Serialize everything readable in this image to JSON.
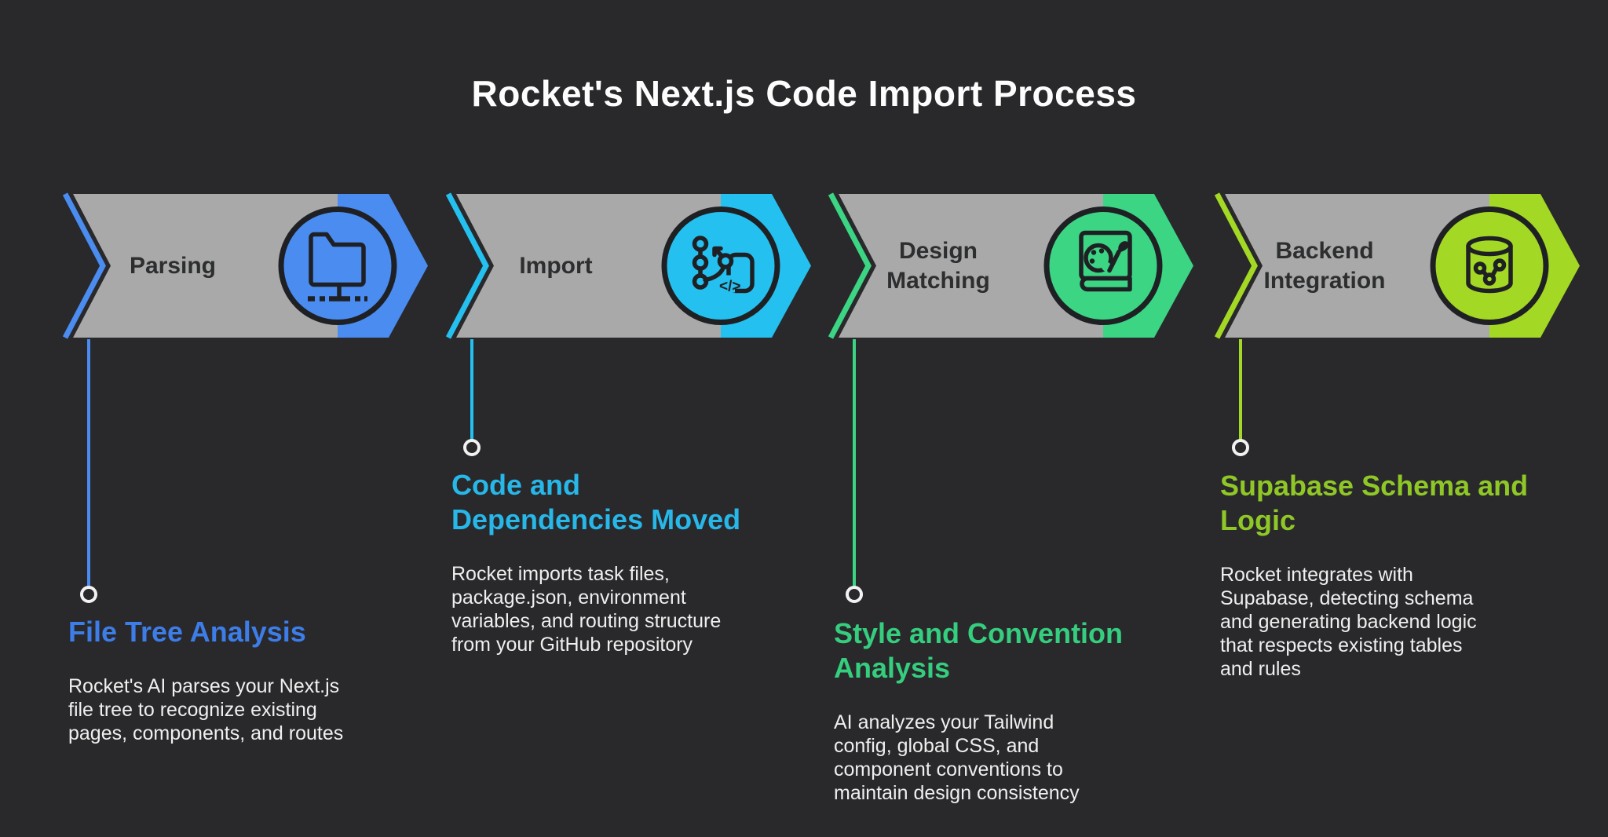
{
  "title": "Rocket's Next.js Code Import Process",
  "colors": {
    "background": "#29282b",
    "banner_gray": "#a9a9a9",
    "banner_label_text": "#2d2e30",
    "body_text": "#f0efef",
    "marker_ring": "#f2f2f2",
    "icon_stroke": "#1f2024"
  },
  "stages": [
    {
      "label": "Parsing",
      "icon": "folder-network-icon",
      "accent": "#4a8cf0",
      "heading_color": "#3d7de8",
      "heading": "File Tree Analysis",
      "body": "Rocket's AI parses your Next.js\nfile tree to recognize existing\npages, components, and routes"
    },
    {
      "label": "Import",
      "icon": "git-code-icon",
      "accent": "#24c0ef",
      "heading_color": "#27b7e8",
      "heading": "Code and\nDependencies Moved",
      "body": "Rocket imports task files,\npackage.json, environment\nvariables, and routing structure\nfrom your GitHub repository"
    },
    {
      "label": "Design\nMatching",
      "icon": "style-guide-book-icon",
      "accent": "#3bd584",
      "heading_color": "#35cd7e",
      "heading": "Style and Convention\nAnalysis",
      "body": "AI analyzes your Tailwind\nconfig, global CSS, and\ncomponent conventions to\nmaintain design consistency"
    },
    {
      "label": "Backend\nIntegration",
      "icon": "database-share-icon",
      "accent": "#a3d824",
      "heading_color": "#8fc727",
      "heading": "Supabase Schema and\nLogic",
      "body": "Rocket integrates with\nSupabase, detecting schema\nand generating backend logic\nthat respects existing tables\nand rules"
    }
  ]
}
